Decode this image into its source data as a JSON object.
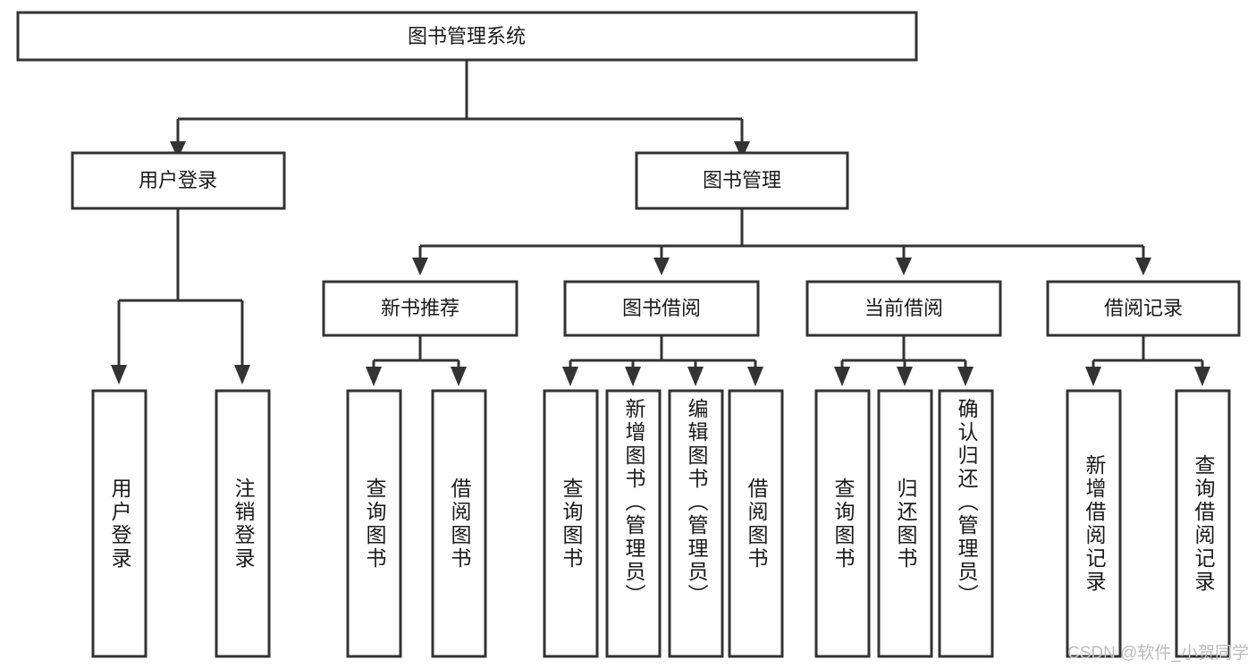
{
  "diagram": {
    "title": "图书管理系统",
    "type": "tree-hierarchy",
    "nodes": {
      "root": {
        "label": "图书管理系统",
        "orientation": "horizontal"
      },
      "user_login": {
        "label": "用户登录",
        "orientation": "horizontal"
      },
      "book_manage": {
        "label": "图书管理",
        "orientation": "horizontal"
      },
      "new_book_rec": {
        "label": "新书推荐",
        "orientation": "horizontal"
      },
      "book_borrow": {
        "label": "图书借阅",
        "orientation": "horizontal"
      },
      "current_borrow": {
        "label": "当前借阅",
        "orientation": "horizontal"
      },
      "borrow_record": {
        "label": "借阅记录",
        "orientation": "horizontal"
      },
      "leaf_user_login": {
        "label": "用户登录",
        "orientation": "vertical"
      },
      "leaf_logout_login": {
        "label": "注销登录",
        "orientation": "vertical"
      },
      "leaf_query_book_1": {
        "label": "查询图书",
        "orientation": "vertical"
      },
      "leaf_borrow_book_1": {
        "label": "借阅图书",
        "orientation": "vertical"
      },
      "leaf_query_book_2": {
        "label": "查询图书",
        "orientation": "vertical"
      },
      "leaf_add_book": {
        "label": "新增图书（管理员）",
        "orientation": "vertical"
      },
      "leaf_edit_book": {
        "label": "编辑图书（管理员）",
        "orientation": "vertical"
      },
      "leaf_borrow_book_2": {
        "label": "借阅图书",
        "orientation": "vertical"
      },
      "leaf_query_book_3": {
        "label": "查询图书",
        "orientation": "vertical"
      },
      "leaf_return_book": {
        "label": "归还图书",
        "orientation": "vertical"
      },
      "leaf_confirm_return": {
        "label": "确认归还（管理员）",
        "orientation": "vertical"
      },
      "leaf_add_record": {
        "label": "新增借阅记录",
        "orientation": "vertical"
      },
      "leaf_query_record": {
        "label": "查询借阅记录",
        "orientation": "vertical"
      }
    },
    "edges": [
      {
        "from": "root",
        "to": "user_login"
      },
      {
        "from": "root",
        "to": "book_manage"
      },
      {
        "from": "user_login",
        "to": "leaf_user_login"
      },
      {
        "from": "user_login",
        "to": "leaf_logout_login"
      },
      {
        "from": "book_manage",
        "to": "new_book_rec"
      },
      {
        "from": "book_manage",
        "to": "book_borrow"
      },
      {
        "from": "book_manage",
        "to": "current_borrow"
      },
      {
        "from": "book_manage",
        "to": "borrow_record"
      },
      {
        "from": "new_book_rec",
        "to": "leaf_query_book_1"
      },
      {
        "from": "new_book_rec",
        "to": "leaf_borrow_book_1"
      },
      {
        "from": "book_borrow",
        "to": "leaf_query_book_2"
      },
      {
        "from": "book_borrow",
        "to": "leaf_add_book"
      },
      {
        "from": "book_borrow",
        "to": "leaf_edit_book"
      },
      {
        "from": "book_borrow",
        "to": "leaf_borrow_book_2"
      },
      {
        "from": "current_borrow",
        "to": "leaf_query_book_3"
      },
      {
        "from": "current_borrow",
        "to": "leaf_return_book"
      },
      {
        "from": "current_borrow",
        "to": "leaf_confirm_return"
      },
      {
        "from": "borrow_record",
        "to": "leaf_add_record"
      },
      {
        "from": "borrow_record",
        "to": "leaf_query_record"
      }
    ],
    "colors": {
      "stroke": "#333333",
      "fill": "#ffffff",
      "text": "#1a1a1a",
      "watermark": "#bdbdbd"
    }
  },
  "watermark": {
    "text": "CSDN @软件_小贺同学"
  }
}
